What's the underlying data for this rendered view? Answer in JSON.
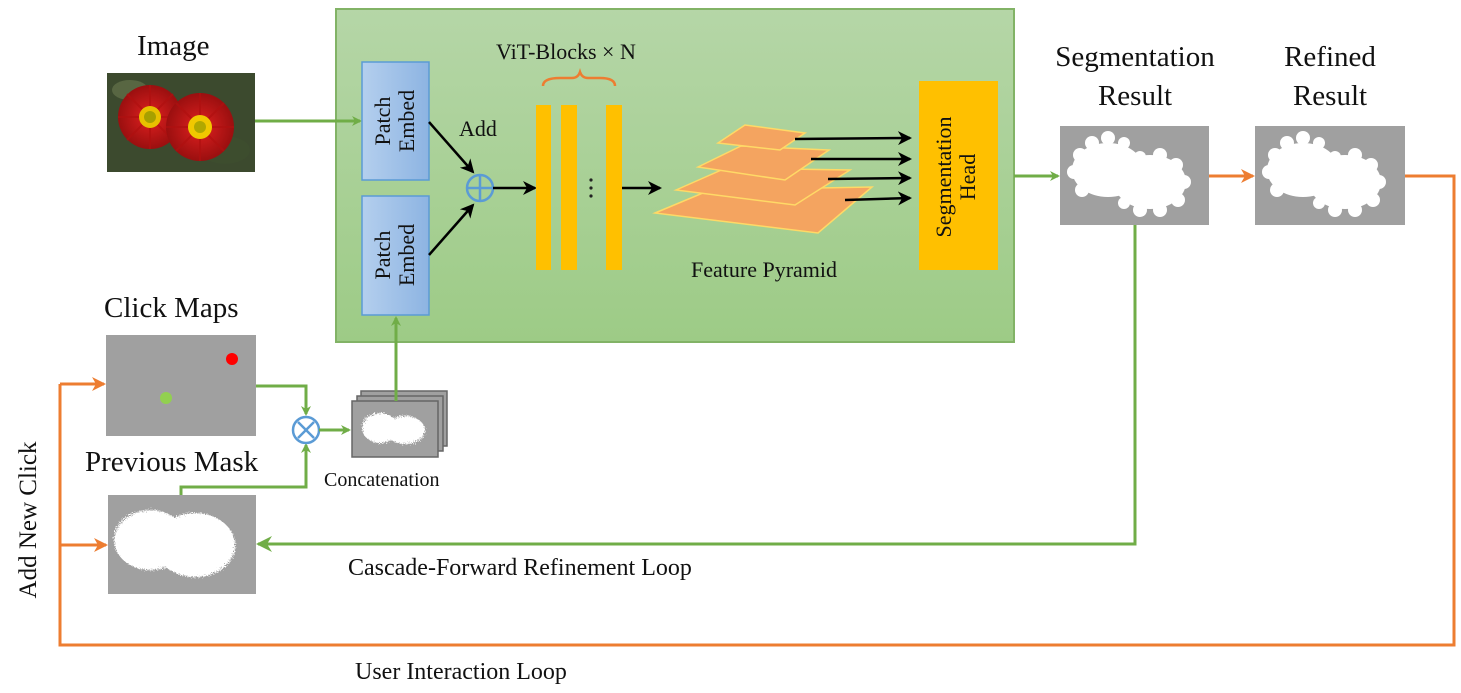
{
  "title": "Interactive segmentation pipeline with cascade-forward refinement",
  "labels": {
    "image": "Image",
    "click_maps": "Click Maps",
    "previous_mask": "Previous Mask",
    "concatenation": "Concatenation",
    "patch_embed_1_line1": "Patch",
    "patch_embed_1_line2": "Embed",
    "patch_embed_2_line1": "Patch",
    "patch_embed_2_line2": "Embed",
    "add": "Add",
    "vit_blocks": "ViT-Blocks × N",
    "ellipsis": "⋮",
    "feature_pyramid": "Feature Pyramid",
    "seg_head_line1": "Segmentation",
    "seg_head_line2": "Head",
    "seg_result_line1": "Segmentation",
    "seg_result_line2": "Result",
    "refined_line1": "Refined",
    "refined_line2": "Result",
    "cascade_loop": "Cascade-Forward Refinement Loop",
    "user_loop": "User Interaction Loop",
    "add_new_click": "Add New Click"
  },
  "operators": {
    "add_symbol": "plus-circle",
    "multiply_symbol": "times-circle"
  },
  "colors": {
    "backbone_bg": "#a9d18e",
    "backbone_border": "#82b366",
    "patch_embed_fill": "#9dc3e6",
    "patch_embed_border": "#5b9bd5",
    "vit_block": "#ffc000",
    "pyramid_fill": "#f4a460",
    "pyramid_border": "#ffd966",
    "seg_head": "#ffc000",
    "green_arrow": "#70ad47",
    "orange_arrow": "#ed7d31",
    "mask_bg": "#a0a0a0",
    "operator": "#5b9bd5",
    "click_positive": "#92d050",
    "click_negative": "#ff0000"
  }
}
